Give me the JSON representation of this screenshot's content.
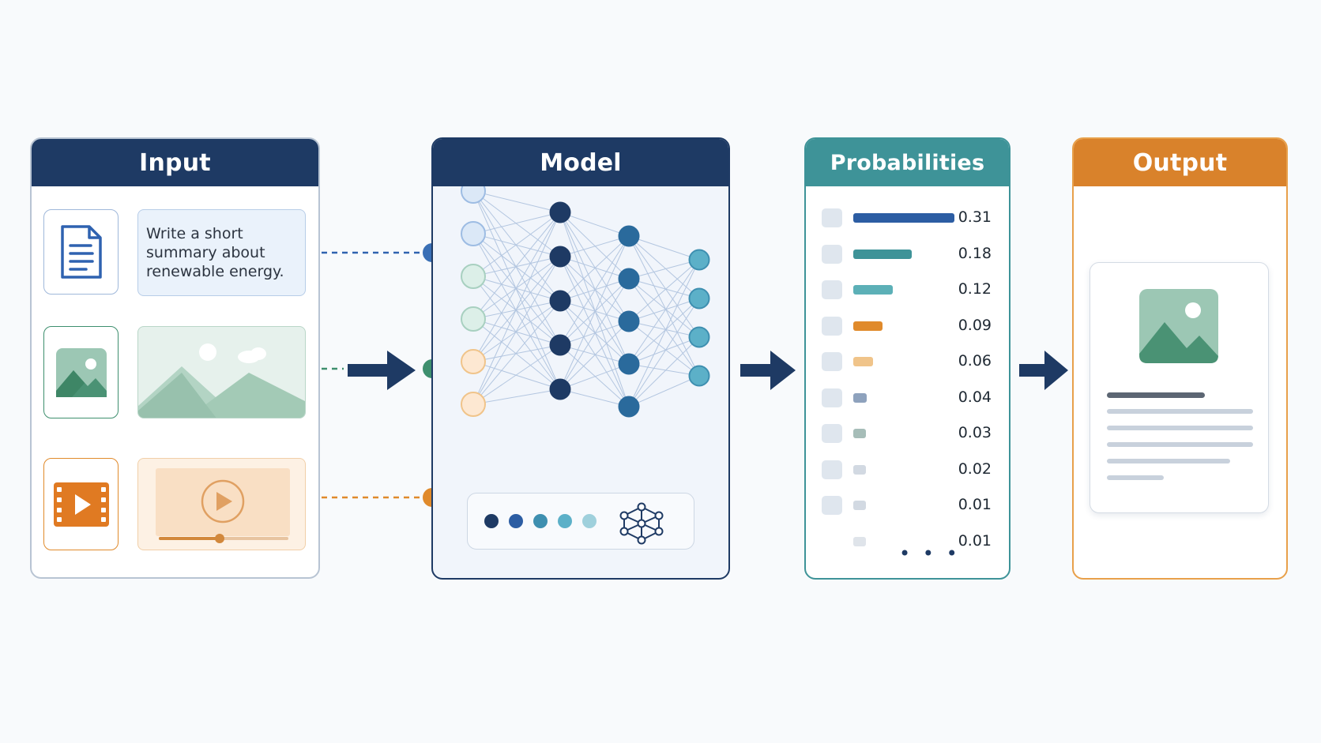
{
  "input": {
    "title": "Input",
    "prompt_text": "Write a short summary about renewable energy.",
    "icons": [
      "document-icon",
      "image-icon",
      "video-icon"
    ]
  },
  "model": {
    "title": "Model",
    "layers": [
      6,
      5,
      5,
      4
    ]
  },
  "probabilities": {
    "title": "Probabilities",
    "rows": [
      {
        "value": "0.31",
        "p": 0.31,
        "color": "#2c5da3",
        "swatch": true
      },
      {
        "value": "0.18",
        "p": 0.18,
        "color": "#3e9398",
        "swatch": true
      },
      {
        "value": "0.12",
        "p": 0.12,
        "color": "#5cb0b7",
        "swatch": true
      },
      {
        "value": "0.09",
        "p": 0.09,
        "color": "#e08a2b",
        "swatch": true
      },
      {
        "value": "0.06",
        "p": 0.06,
        "color": "#f0c48a",
        "swatch": true
      },
      {
        "value": "0.04",
        "p": 0.04,
        "color": "#8ea2bd",
        "swatch": true
      },
      {
        "value": "0.03",
        "p": 0.03,
        "color": "#a6bdb8",
        "swatch": true
      },
      {
        "value": "0.02",
        "p": 0.02,
        "color": "#d2d9e2",
        "swatch": true
      },
      {
        "value": "0.01",
        "p": 0.01,
        "color": "#d2d9e2",
        "swatch": true
      },
      {
        "value": "0.01",
        "p": 0.01,
        "color": "#dfe4ea",
        "swatch": false
      }
    ],
    "more": "• • •"
  },
  "output": {
    "title": "Output"
  },
  "colors": {
    "navy": "#1e3a64",
    "teal": "#3e9398",
    "orange": "#d9822b",
    "text_input": "#3a6fb5",
    "image_input": "#3e8f6e",
    "video_input": "#e08a2b"
  }
}
